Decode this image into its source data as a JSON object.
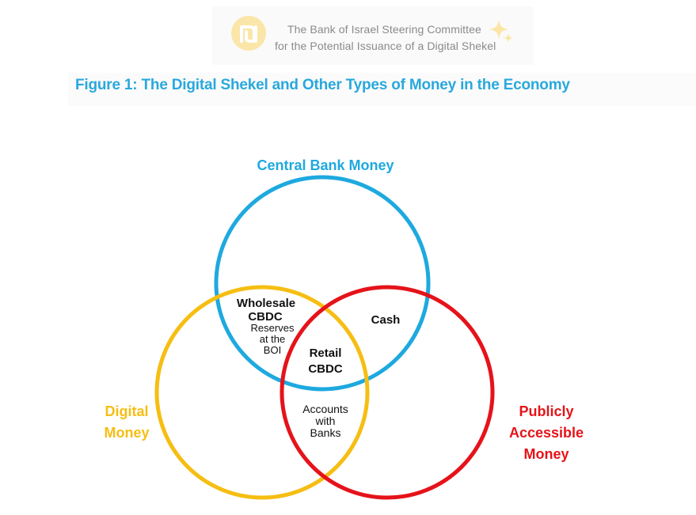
{
  "header": {
    "org_line_1": "The Bank of Israel Steering Committee",
    "org_line_2": "for the Potential Issuance of a Digital Shekel",
    "logo_icon": "shekel-sign-icon",
    "sparkle_icon": "sparkle-icon"
  },
  "figure": {
    "title": "Figure 1: The Digital Shekel and Other Types of Money in the Economy"
  },
  "sets": {
    "central_bank": {
      "label": "Central Bank Money",
      "color": "#1ea9df"
    },
    "digital": {
      "label_line_1": "Digital",
      "label_line_2": "Money",
      "color": "#f6be13"
    },
    "public": {
      "label_line_1": "Publicly",
      "label_line_2": "Accessible",
      "label_line_3": "Money",
      "color": "#e5131a"
    }
  },
  "regions": {
    "wholesale": {
      "line_1": "Wholesale",
      "line_2": "CBDC"
    },
    "reserves": {
      "line_1": "Reserves",
      "line_2": "at the",
      "line_3": "BOI"
    },
    "cash": {
      "label": "Cash"
    },
    "retail": {
      "line_1": "Retail",
      "line_2": "CBDC"
    },
    "accounts": {
      "line_1": "Accounts",
      "line_2": "with",
      "line_3": "Banks"
    }
  },
  "colors": {
    "title": "#29a8dd",
    "header_text": "#8a8a8a",
    "logo": "#f5c343"
  }
}
